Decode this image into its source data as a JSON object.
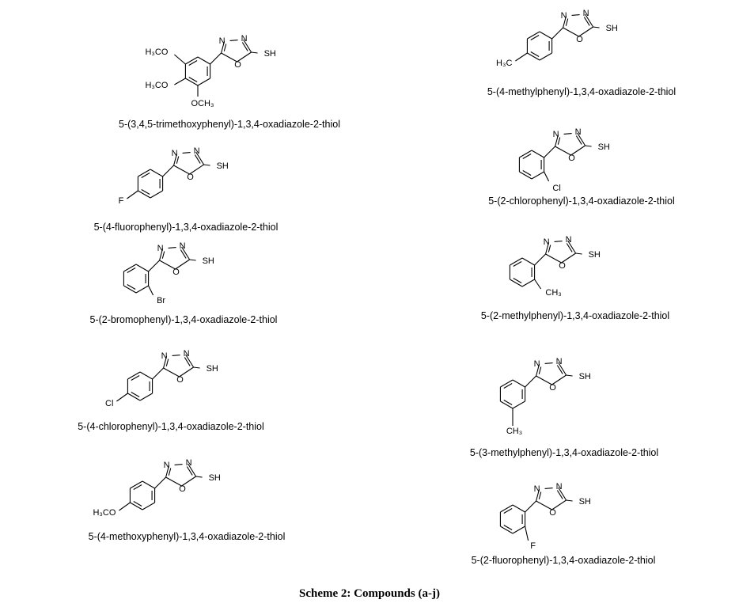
{
  "caption": "Scheme 2: Compounds (a-j)",
  "compounds": [
    {
      "name": "5-(3,4,5-trimethoxyphenyl)-1,3,4-oxadiazole-2-thiol",
      "subs": [
        "H₃CO",
        "H₃CO",
        "OCH₃"
      ]
    },
    {
      "name": "5-(4-methylphenyl)-1,3,4-oxadiazole-2-thiol",
      "subs": [
        "H₃C"
      ]
    },
    {
      "name": "5-(2-chlorophenyl)-1,3,4-oxadiazole-2-thiol",
      "subs": [
        "Cl"
      ]
    },
    {
      "name": "5-(4-fluorophenyl)-1,3,4-oxadiazole-2-thiol",
      "subs": [
        "F"
      ]
    },
    {
      "name": "5-(2-bromophenyl)-1,3,4-oxadiazole-2-thiol",
      "subs": [
        "Br"
      ]
    },
    {
      "name": "5-(2-methylphenyl)-1,3,4-oxadiazole-2-thiol",
      "subs": [
        "CH₃"
      ]
    },
    {
      "name": "5-(4-chlorophenyl)-1,3,4-oxadiazole-2-thiol",
      "subs": [
        "Cl"
      ]
    },
    {
      "name": "5-(3-methylphenyl)-1,3,4-oxadiazole-2-thiol",
      "subs": [
        "CH₃"
      ]
    },
    {
      "name": "5-(4-methoxyphenyl)-1,3,4-oxadiazole-2-thiol",
      "subs": [
        "H₃CO"
      ]
    },
    {
      "name": "5-(2-fluorophenyl)-1,3,4-oxadiazole-2-thiol",
      "subs": [
        "F"
      ]
    }
  ],
  "ring_atoms": {
    "n": "N",
    "o": "O",
    "sh": "SH"
  }
}
